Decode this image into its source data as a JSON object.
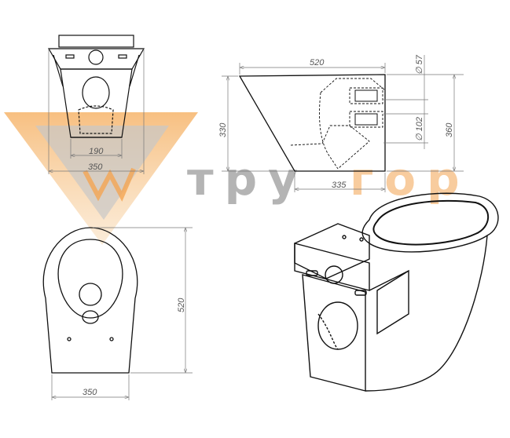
{
  "drawing": {
    "views": [
      "top-view",
      "side-view",
      "front-view",
      "isometric-view"
    ],
    "dimensions": {
      "top_inner_width": "190",
      "top_outer_width": "350",
      "side_length": "520",
      "side_height_front": "330",
      "side_height_back": "360",
      "pipe_small_diameter": "∅ 57",
      "pipe_large_diameter": "∅ 102",
      "side_base_length": "335",
      "front_height": "520",
      "front_width": "350"
    }
  },
  "watermark": {
    "text_gray": "тру",
    "text_orange": "гор",
    "colors": {
      "gray": "#a8a8a8",
      "orange": "#f7c48e"
    }
  }
}
